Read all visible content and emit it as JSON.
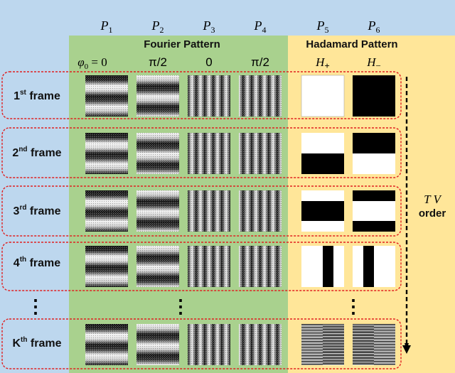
{
  "colors": {
    "background": "#bdd7ee",
    "fourier_panel": "#a9d18e",
    "hadamard_panel": "#ffe699",
    "frame_border": "#e02020",
    "arrow": "#000000"
  },
  "column_labels": [
    {
      "letter": "P",
      "sub": "1"
    },
    {
      "letter": "P",
      "sub": "2"
    },
    {
      "letter": "P",
      "sub": "3"
    },
    {
      "letter": "P",
      "sub": "4"
    },
    {
      "letter": "P",
      "sub": "5"
    },
    {
      "letter": "P",
      "sub": "6"
    }
  ],
  "fourier_title": "Fourier Pattern",
  "hadamard_title": "Hadamard Pattern",
  "phase_labels": [
    {
      "phi": "φ",
      "sub": "0",
      "rest": " = 0"
    },
    {
      "text": "π/2"
    },
    {
      "text": "0"
    },
    {
      "text": "π/2"
    }
  ],
  "hadamard_labels": [
    {
      "letter": "H",
      "sub": "+"
    },
    {
      "letter": "H",
      "sub": "−"
    }
  ],
  "frames": [
    {
      "num": "1",
      "sup": "st",
      "word": " frame"
    },
    {
      "num": "2",
      "sup": "nd",
      "word": " frame"
    },
    {
      "num": "3",
      "sup": "rd",
      "word": " frame"
    },
    {
      "num": "4",
      "sup": "th",
      "word": " frame"
    },
    {
      "num": "K",
      "sup": "th",
      "word": " frame"
    }
  ],
  "ellipsis": "⋮",
  "order_label": {
    "line1": "T V",
    "line2": "order"
  }
}
